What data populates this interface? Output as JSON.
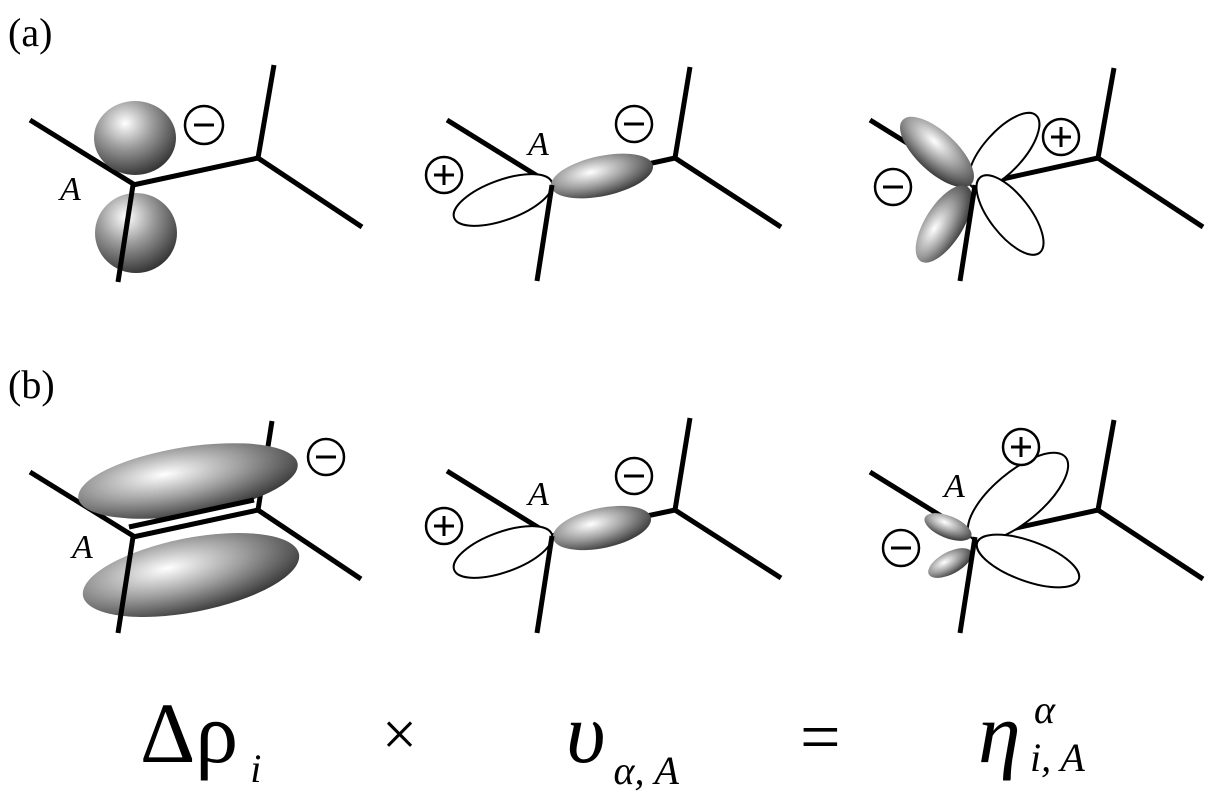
{
  "panels": {
    "a": {
      "label": "(a)"
    },
    "b": {
      "label": "(b)"
    }
  },
  "atom_label": "A",
  "signs": {
    "minus": "⊖",
    "plus": "⊕"
  },
  "equation": {
    "delta_rho": "Δρ",
    "delta_rho_sub": "i",
    "times": "×",
    "v": "υ",
    "v_sub": "α, A",
    "equals": "=",
    "eta": "η",
    "eta_sup": "α",
    "eta_sub": "i, A"
  },
  "colors": {
    "line": "#000000",
    "lobe_dark": "#3a3a3a",
    "lobe_light": "#ffffff",
    "background": "#ffffff"
  }
}
